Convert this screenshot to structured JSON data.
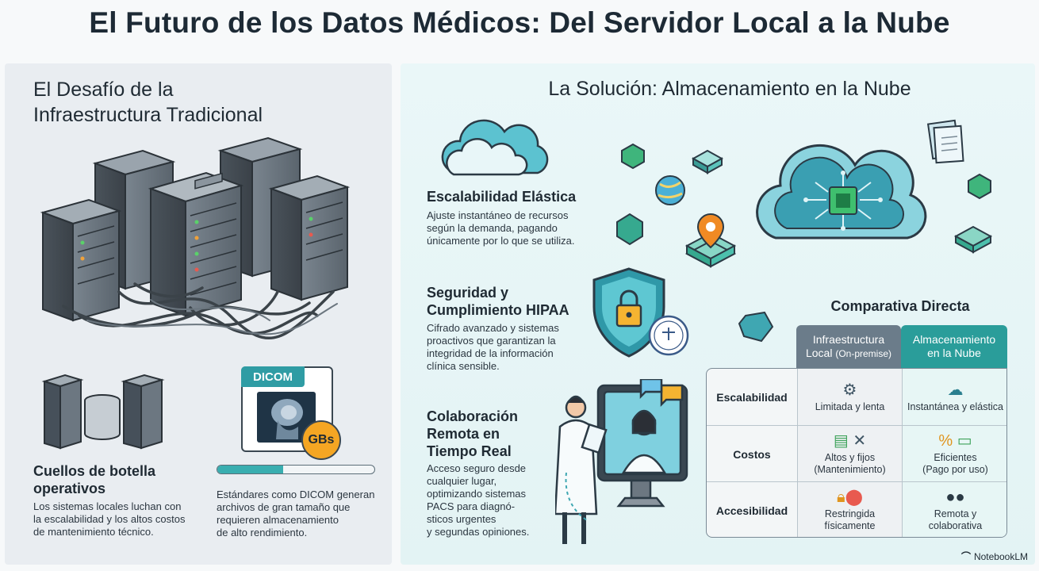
{
  "title": "El Futuro de los Datos Médicos: Del Servidor Local a la Nube",
  "left": {
    "heading_line1": "El Desafío de la",
    "heading_line2": "Infraestructura Tradicional",
    "bottleneck": {
      "title_line1": "Cuellos de botella",
      "title_line2": "operativos",
      "body": [
        "Los sistemas locales luchan con",
        "la escalabilidad y los altos costos",
        "de mantenimiento técnico."
      ]
    },
    "dicom": {
      "badge": "DICOM",
      "size_badge": "GBs",
      "progress": 0.42,
      "body": [
        "Estándares como DICOM generan",
        "archivos de gran tamaño que",
        "requieren almacenamiento",
        "de alto rendimiento."
      ]
    }
  },
  "right": {
    "heading": "La Solución: Almacenamiento en la Nube",
    "features": [
      {
        "title": [
          "Escalabilidad Elástica"
        ],
        "body": [
          "Ajuste instantáneo de recursos",
          "según la demanda, pagando",
          "únicamente por lo que se utiliza."
        ]
      },
      {
        "title": [
          "Seguridad y",
          "Cumplimiento HIPAA"
        ],
        "body": [
          "Cifrado avanzado y sistemas",
          "proactivos que garantizan la",
          "integridad de la información",
          "clínica sensible."
        ]
      },
      {
        "title": [
          "Colaboración",
          "Remota en",
          "Tiempo Real"
        ],
        "body": [
          "Acceso seguro desde",
          "cualquier lugar,",
          "optimizando sistemas",
          "PACS para diagnó-",
          "sticos urgentes",
          "y segundas opiniones."
        ]
      }
    ],
    "comparison": {
      "title": "Comparativa Directa",
      "col_onprem_line1": "Infraestructura",
      "col_onprem_line2": "Local",
      "col_onprem_suffix": "(On-premise)",
      "col_cloud_line1": "Almacenamiento",
      "col_cloud_line2": "en la Nube",
      "rows": [
        {
          "label": "Escalabilidad",
          "onprem": [
            "Limitada y lenta"
          ],
          "onprem_icon": "gear-icon",
          "cloud": [
            "Instantánea y elástica"
          ],
          "cloud_icon": "cloud-database-icon"
        },
        {
          "label": "Costos",
          "onprem": [
            "Altos y fijos",
            "(Mantenimiento)"
          ],
          "onprem_icon": "money-tools-icon",
          "cloud": [
            "Eficientes",
            "(Pago por uso)"
          ],
          "cloud_icon": "percent-wallet-icon"
        },
        {
          "label": "Accesibilidad",
          "onprem": [
            "Restringida",
            "físicamente"
          ],
          "onprem_icon": "lock-pin-icon",
          "cloud": [
            "Remota y",
            "colaborativa"
          ],
          "cloud_icon": "users-icon"
        }
      ]
    }
  },
  "brand": "NotebookLM",
  "colors": {
    "accent_teal": "#2a9d9a",
    "onprem_gray": "#6b7c8a",
    "gbs_orange": "#f5a623",
    "pin_orange": "#f08a24"
  }
}
